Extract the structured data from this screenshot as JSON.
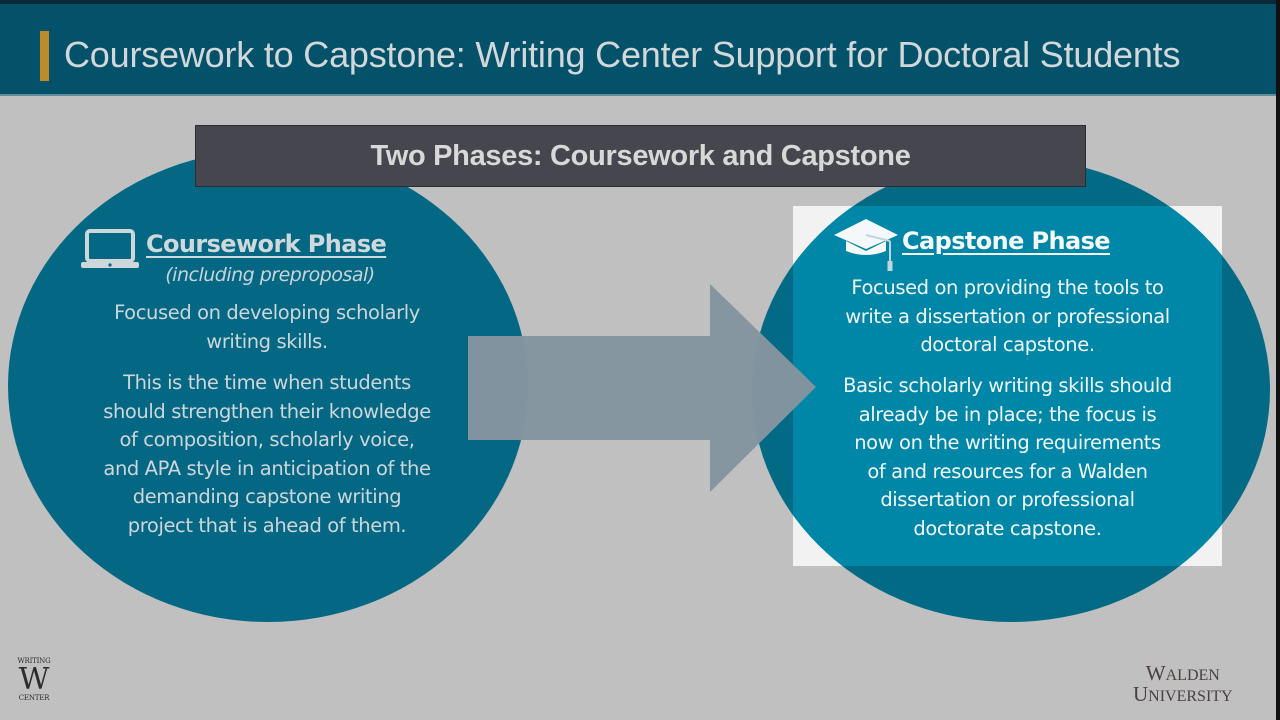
{
  "slide": {
    "title": "Coursework to Capstone: Writing Center Support for Doctoral Students",
    "banner": "Two Phases: Coursework and Capstone",
    "colors": {
      "title_bar": "#03526a",
      "title_accent": "#bd8b2a",
      "background": "#c0c0c0",
      "banner": "#46464e",
      "circle": "#046783",
      "highlight_circle": "#0086a6",
      "arrow": "#8495a0"
    }
  },
  "coursework": {
    "icon": "laptop-icon",
    "heading": "Coursework Phase",
    "subheading": "(including preproposal)",
    "paragraph1": [
      "Focused on developing scholarly",
      "writing skills."
    ],
    "paragraph2": [
      "This is the time when students",
      "should strengthen their knowledge",
      "of composition, scholarly voice,",
      "and APA style in anticipation of the",
      "demanding capstone writing",
      "project that is ahead of them."
    ]
  },
  "capstone": {
    "icon": "graduation-cap-icon",
    "heading": "Capstone Phase",
    "paragraph1": [
      "Focused on providing the tools to",
      "write a dissertation or professional",
      "doctoral capstone."
    ],
    "paragraph2": [
      "Basic scholarly writing skills should",
      "already be in place; the focus is",
      "now on the writing requirements",
      "of and resources for a Walden",
      "dissertation or professional",
      "doctorate capstone."
    ]
  },
  "logos": {
    "writing_center": {
      "top": "WRITING",
      "letter": "W",
      "bottom": "CENTER"
    },
    "walden": {
      "line1_cap": "W",
      "line1_rest": "ALDEN",
      "line2_cap": "U",
      "line2_rest": "NIVERSITY"
    }
  }
}
